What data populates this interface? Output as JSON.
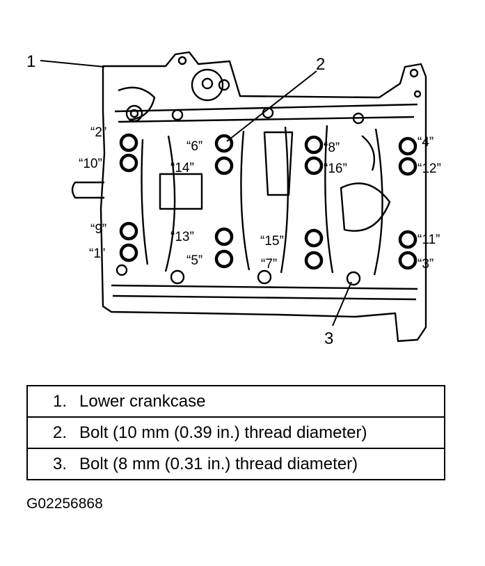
{
  "callouts": {
    "part_1": "1",
    "part_2": "2",
    "part_3": "3"
  },
  "bolt_labels": [
    "“2”",
    "“10”",
    "“9”",
    "“1”",
    "“6”",
    "“14”",
    "“13”",
    "“5”",
    "“8”",
    "“16”",
    "“15”",
    "“7”",
    "“4”",
    "“12”",
    "“11”",
    "“3”"
  ],
  "legend": [
    {
      "num": "1.",
      "text": "Lower crankcase"
    },
    {
      "num": "2.",
      "text": "Bolt (10 mm (0.39 in.) thread diameter)"
    },
    {
      "num": "3.",
      "text": "Bolt (8 mm (0.31 in.) thread diameter)"
    }
  ],
  "figure_code": "G02256868"
}
